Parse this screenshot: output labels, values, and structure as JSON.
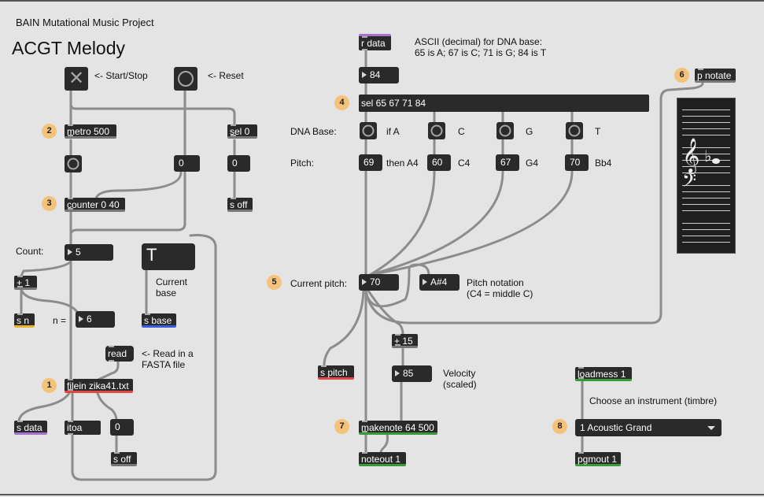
{
  "header": {
    "project": "BAIN Mutational Music Project",
    "title": "ACGT Melody"
  },
  "badges": [
    "1",
    "2",
    "3",
    "4",
    "5",
    "6",
    "7",
    "8"
  ],
  "labels": {
    "start_stop": "<- Start/Stop",
    "reset": "<- Reset",
    "count": "Count:",
    "n_equals": "n =",
    "current_base": "Current\nbase",
    "read_hint": "<- Read in a\nFASTA file",
    "ascii_note": "ASCII (decimal) for DNA base:\n65 is A; 67 is C; 71 is G; 84 is T",
    "dna_base": "DNA Base:",
    "if_a": "if A",
    "c": "C",
    "g": "G",
    "t": "T",
    "pitch": "Pitch:",
    "then_a4": "then A4",
    "c4": "C4",
    "g4": "G4",
    "bb4": "Bb4",
    "current_pitch": "Current pitch:",
    "pitch_notation": "Pitch notation\n(C4 = middle C)",
    "velocity": "Velocity\n(scaled)",
    "choose_instrument": "Choose an instrument (timbre)"
  },
  "objects": {
    "metro": "metro 500",
    "sel0": "sel 0",
    "counter": "counter 0 40",
    "s_off_1": "s off",
    "plus1": "+ 1",
    "s_n": "s n",
    "s_base": "s base",
    "read": "read",
    "filein": "filein zika41.txt",
    "s_data": "s data",
    "itoa": "itoa",
    "s_off_2": "s off",
    "r_data": "r data",
    "sel_bases": "sel 65 67 71 84",
    "p_notate": "p notate",
    "plus15": "+ 15",
    "s_pitch": "s pitch",
    "makenote": "makenote 64 500",
    "noteout": "noteout 1",
    "loadmess": "loadmess 1",
    "pgmout": "pgmout 1"
  },
  "numbers": {
    "reset_value": "0",
    "sel_value": "0",
    "count": "5",
    "n": "6",
    "filein_zero": "0",
    "ascii": "84",
    "pitch_a": "69",
    "pitch_c": "60",
    "pitch_g": "67",
    "pitch_t": "70",
    "current_pitch": "70",
    "note_name": "A#4",
    "velocity": "85"
  },
  "current_base_letter": "T",
  "instrument_menu": {
    "selected": "1 Acoustic Grand"
  },
  "colors": {
    "background": "#e4e4e4",
    "object": "#2a2a2a",
    "badge": "#f5c27a",
    "send_red": "#e04848",
    "data_purple": "#a572cf",
    "base_blue": "#3d5be0",
    "midi_green": "#3a9a3a"
  }
}
